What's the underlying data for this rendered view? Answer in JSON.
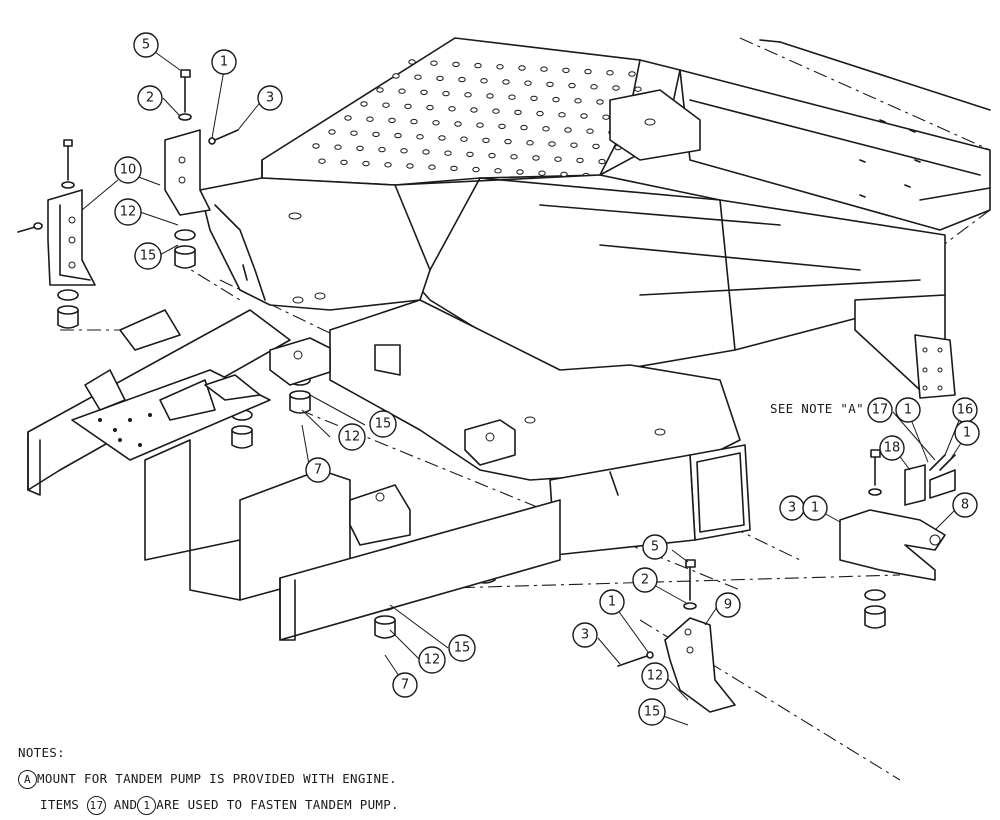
{
  "callouts": [
    {
      "id": "c5a",
      "text": "5"
    },
    {
      "id": "c1a",
      "text": "1"
    },
    {
      "id": "c2a",
      "text": "2"
    },
    {
      "id": "c3a",
      "text": "3"
    },
    {
      "id": "c10",
      "text": "10"
    },
    {
      "id": "c12a",
      "text": "12"
    },
    {
      "id": "c15a",
      "text": "15"
    },
    {
      "id": "c12b",
      "text": "12"
    },
    {
      "id": "c15b",
      "text": "15"
    },
    {
      "id": "c7a",
      "text": "7"
    },
    {
      "id": "c17a",
      "text": "17"
    },
    {
      "id": "c1b",
      "text": "1"
    },
    {
      "id": "c16",
      "text": "16"
    },
    {
      "id": "c1c",
      "text": "1"
    },
    {
      "id": "c18",
      "text": "18"
    },
    {
      "id": "c3b",
      "text": "3"
    },
    {
      "id": "c1d",
      "text": "1"
    },
    {
      "id": "c8",
      "text": "8"
    },
    {
      "id": "c5b",
      "text": "5"
    },
    {
      "id": "c2b",
      "text": "2"
    },
    {
      "id": "c1e",
      "text": "1"
    },
    {
      "id": "c9",
      "text": "9"
    },
    {
      "id": "c3c",
      "text": "3"
    },
    {
      "id": "c12c",
      "text": "12"
    },
    {
      "id": "c15c",
      "text": "15"
    },
    {
      "id": "c15d",
      "text": "15"
    },
    {
      "id": "c12d",
      "text": "12"
    },
    {
      "id": "c7b",
      "text": "7"
    }
  ],
  "note_a": "SEE NOTE \"A\"",
  "notes": {
    "heading": "NOTES:",
    "line1_marker": "A",
    "line1_text": "MOUNT FOR TANDEM PUMP IS PROVIDED WITH ENGINE.",
    "line2_prefix": "ITEMS",
    "line2_item1": "17",
    "line2_mid": "AND",
    "line2_item2": "1",
    "line2_suffix": "ARE USED TO FASTEN TANDEM PUMP."
  }
}
